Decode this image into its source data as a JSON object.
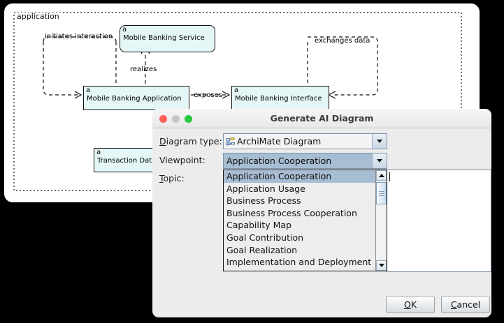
{
  "editor": {
    "group_label": "application",
    "elements": [
      {
        "id": "mobile-banking-service",
        "stereotype": "a",
        "name": "Mobile Banking Service"
      },
      {
        "id": "mobile-banking-application",
        "stereotype": "a",
        "name": "Mobile Banking Application"
      },
      {
        "id": "mobile-banking-interface",
        "stereotype": "a",
        "name": "Mobile Banking Interface"
      },
      {
        "id": "transaction-data",
        "stereotype": "a",
        "name": "Transaction Data"
      }
    ],
    "relations": [
      {
        "id": "initiates-interaction",
        "label": "initiates interaction"
      },
      {
        "id": "realizes",
        "label": "realizes"
      },
      {
        "id": "exposes",
        "label": "exposes"
      },
      {
        "id": "exchanges-data",
        "label": "exchanges data"
      }
    ],
    "fill_color": "#e4f6f6",
    "line_color": "#111111"
  },
  "dialog": {
    "title": "Generate AI Diagram",
    "traffic_lights": {
      "close_color": "#ff5f57",
      "minimize_color": "#c6c6c6",
      "maximize_color": "#28c840"
    },
    "fields": {
      "diagram_type": {
        "label": "Diagram type:",
        "mnemonic": "D",
        "label_rest": "iagram type:",
        "value": "ArchiMate Diagram",
        "icon": "diagram-tree-icon"
      },
      "viewpoint": {
        "label": "Viewpoint:",
        "value": "Application Cooperation",
        "selected_index": 0,
        "options": [
          "Application Cooperation",
          "Application Usage",
          "Business Process",
          "Business Process Cooperation",
          "Capability Map",
          "Goal Contribution",
          "Goal Realization",
          "Implementation and Deployment"
        ]
      },
      "topic": {
        "label": "Topic:",
        "mnemonic": "T",
        "label_rest": "opic:",
        "value": ""
      }
    },
    "buttons": {
      "ok": {
        "mnemonic": "O",
        "rest": "K"
      },
      "cancel": {
        "mnemonic": "C",
        "rest": "ancel"
      }
    },
    "selection_color": "#a7bdd3"
  }
}
